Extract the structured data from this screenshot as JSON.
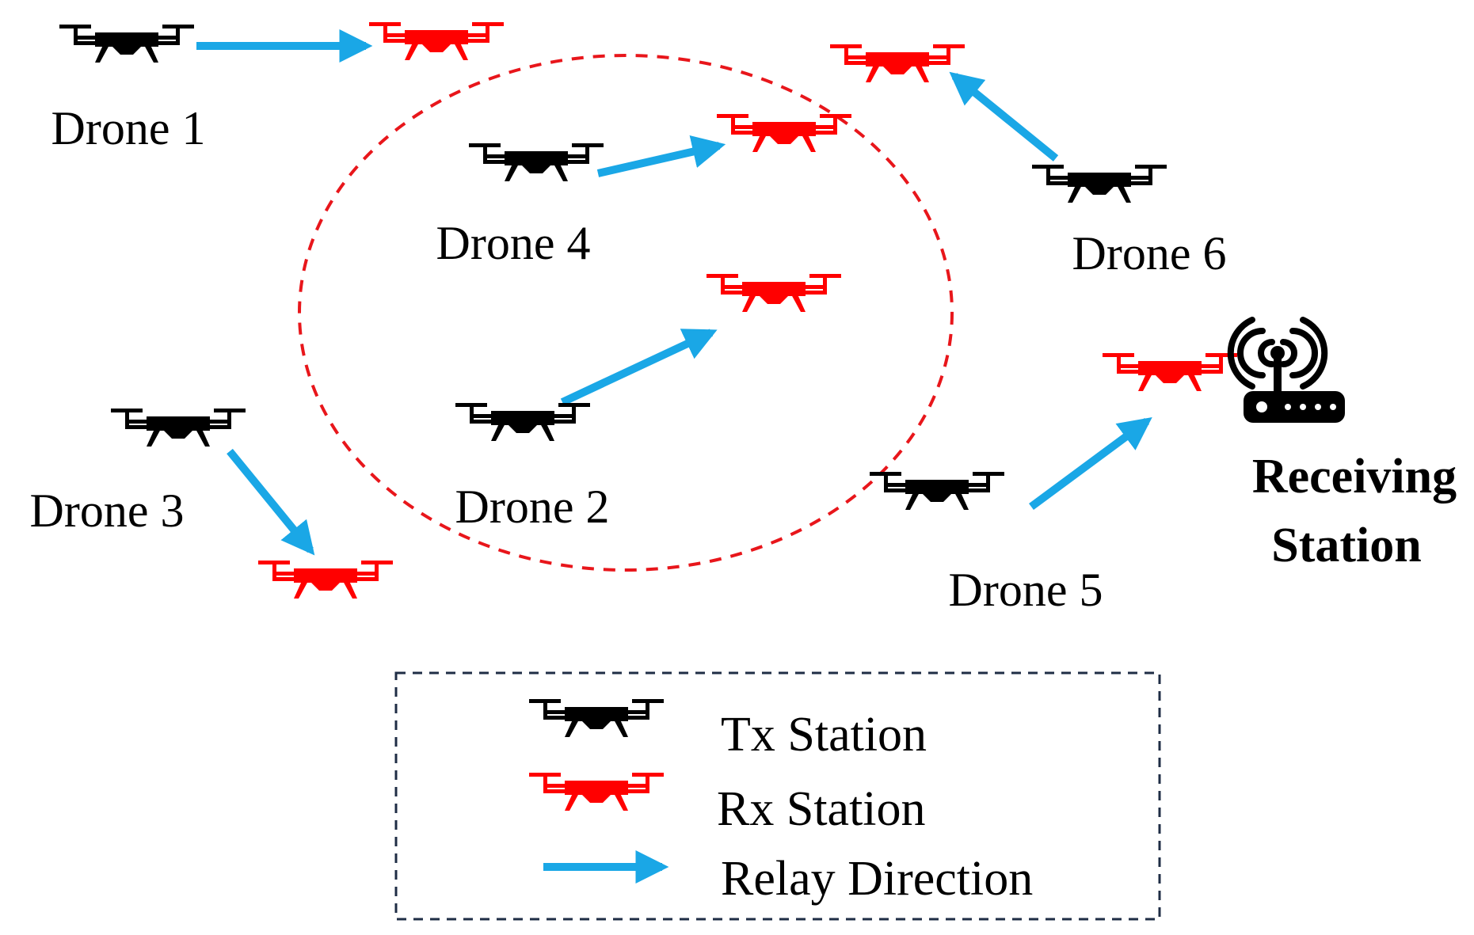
{
  "colors": {
    "tx": "#000000",
    "rx": "#ff0000",
    "arrow": "#1aa7e6",
    "ellipse": "#e8161b",
    "legend_border": "#1f2d45"
  },
  "icons": {
    "drone": "quadcopter-drone-icon",
    "station": "wifi-router-icon"
  },
  "drones": [
    {
      "label": "Drone 1"
    },
    {
      "label": "Drone 2"
    },
    {
      "label": "Drone 3"
    },
    {
      "label": "Drone 4"
    },
    {
      "label": "Drone 5"
    },
    {
      "label": "Drone 6"
    }
  ],
  "receiving_station": {
    "line1": "Receiving",
    "line2": "Station"
  },
  "legend": {
    "tx": "Tx Station",
    "rx": "Rx Station",
    "relay": "Relay Direction"
  }
}
